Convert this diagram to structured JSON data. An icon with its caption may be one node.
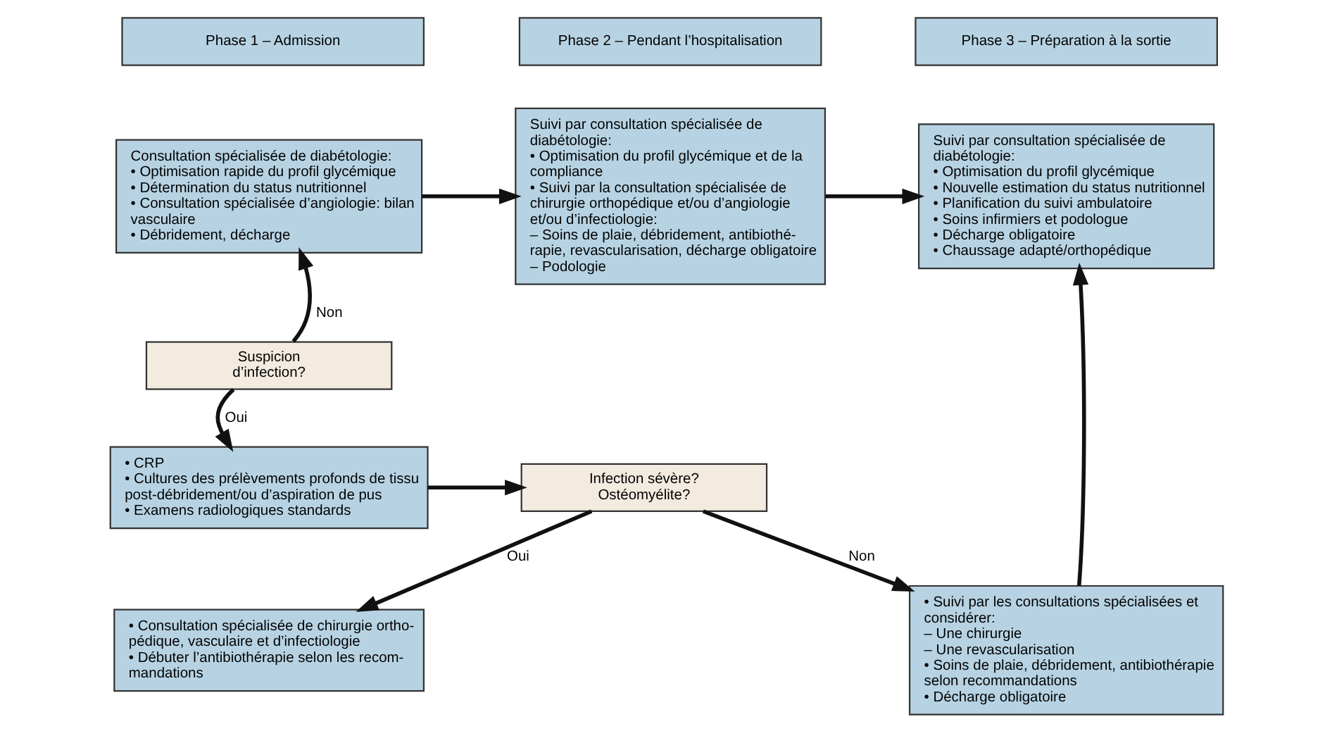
{
  "diagram": {
    "nodes": [
      {
        "text": [
          "Phase 1 – Admission"
        ]
      },
      {
        "text": [
          "Phase 2 – Pendant l’hospitalisation"
        ]
      },
      {
        "text": [
          "Phase 3 – Préparation à la sortie"
        ]
      },
      {
        "text": [
          "Consultation spécialisée de diabétologie:",
          "• Optimisation rapide du profil glycémique",
          "• Détermination du status nutritionnel",
          "• Consultation spécialisée d’angiologie: bilan vasculaire",
          "• Débridement, décharge"
        ]
      },
      {
        "text": [
          "Suivi par consultation spécialisée de diabétologie:",
          "• Optimisation du profil glycémique et de la compliance",
          "• Suivi par la consultation spécialisée de chirurgie orthopédique et/ou d’angiologie et/ou d’infectiologie:",
          "– Soins de plaie, débridement, antibiothé- rapie, revascularisation, décharge obligatoire",
          "– Podologie"
        ]
      },
      {
        "text": [
          "Suivi par consultation spécialisée de diabétologie:",
          "• Optimisation du profil glycémique",
          "• Nouvelle estimation du status nutritionnel",
          "• Planification du suivi ambulatoire",
          "• Soins infirmiers et podologue",
          "• Décharge obligatoire",
          "• Chaussage adapté/orthopédique"
        ]
      },
      {
        "text": [
          "Suspicion d’infection?"
        ]
      },
      {
        "text": [
          "• CRP",
          "• Cultures des prélèvements profonds de tissu post-débridement/ou d’aspiration de pus",
          "• Examens radiologiques standards"
        ]
      },
      {
        "text": [
          "Infection sévère? Ostéomyélite?"
        ]
      },
      {
        "text": [
          "• Consultation spécialisée de chirurgie ortho- pédique, vasculaire et d’infectiologie",
          "• Débuter l’antibiothérapie selon les recom- mandations"
        ]
      },
      {
        "text": [
          "• Suivi par les consultations spécialisées et considérer:",
          "– Une chirurgie",
          "– Une revascularisation",
          "• Soins de plaie, débridement, antibiothérapie selon recommandations",
          "• Décharge obligatoire"
        ]
      }
    ],
    "edges": [
      {
        "from": 3,
        "to": 4,
        "arrow": "to"
      },
      {
        "from": 4,
        "to": 5,
        "arrow": "to"
      },
      {
        "from": 6,
        "to": 3,
        "arrow": "to",
        "label": "Non"
      },
      {
        "from": 6,
        "to": 7,
        "arrow": "to",
        "label": "Oui"
      },
      {
        "from": 7,
        "to": 8,
        "arrow": "to"
      },
      {
        "from": 8,
        "to": 9,
        "arrow": "to",
        "label": "Oui"
      },
      {
        "from": 8,
        "to": 10,
        "arrow": "to",
        "label": "Non"
      },
      {
        "from": 10,
        "to": 5,
        "arrow": "to"
      }
    ]
  }
}
